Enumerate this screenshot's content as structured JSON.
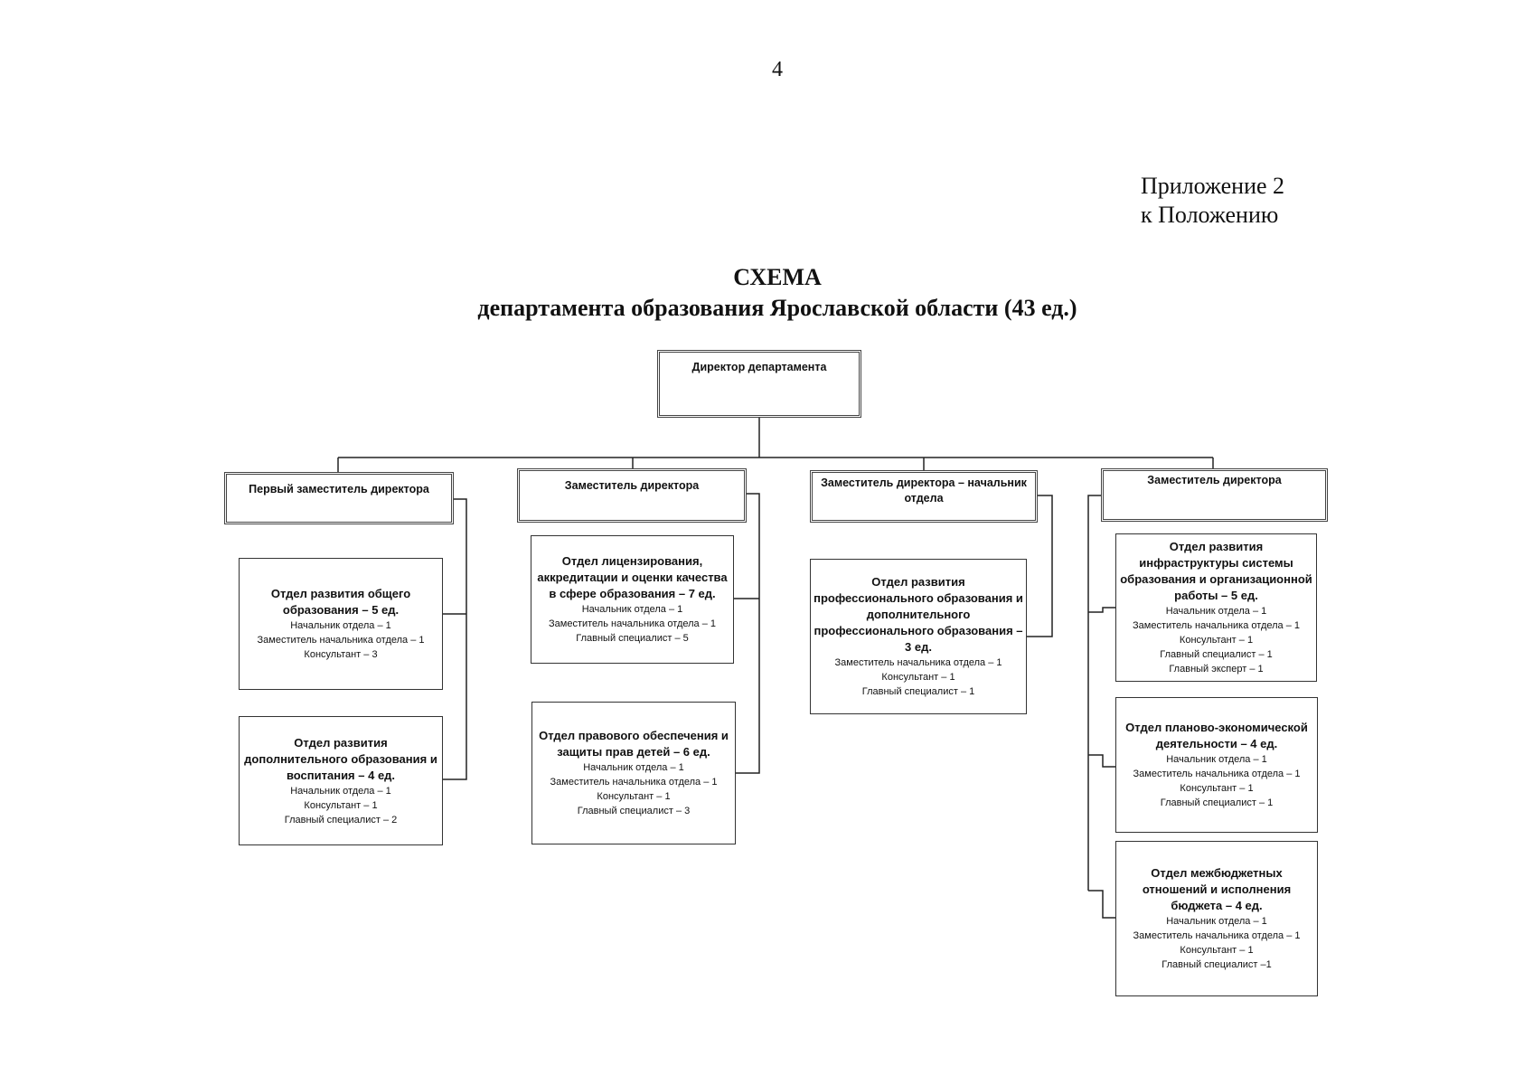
{
  "page_number": "4",
  "appendix": {
    "line1": "Приложение 2",
    "line2": "к Положению"
  },
  "title": {
    "line1": "СХЕМА",
    "line2": "департамента образования Ярославской области (43 ед.)"
  },
  "director": "Директор департамента",
  "deputies": [
    {
      "title": "Первый заместитель директора"
    },
    {
      "title": "Заместитель директора"
    },
    {
      "title": "Заместитель директора – начальник отдела"
    },
    {
      "title": "Заместитель директора"
    }
  ],
  "departments": [
    {
      "name": "Отдел развития общего образования – 5 ед.",
      "staff": [
        "Начальник отдела – 1",
        "Заместитель начальника отдела – 1",
        "Консультант – 3"
      ]
    },
    {
      "name": "Отдел развития дополнительного образования и воспитания – 4 ед.",
      "staff": [
        "Начальник отдела – 1",
        "Консультант – 1",
        "Главный специалист – 2"
      ]
    },
    {
      "name": "Отдел лицензирования, аккредитации и оценки качества в сфере образования – 7 ед.",
      "staff": [
        "Начальник отдела – 1",
        "Заместитель начальника отдела – 1",
        "Главный специалист – 5"
      ]
    },
    {
      "name": "Отдел правового обеспечения и защиты прав детей – 6 ед.",
      "staff": [
        "Начальник отдела – 1",
        "Заместитель начальника отдела – 1",
        "Консультант – 1",
        "Главный специалист – 3"
      ]
    },
    {
      "name": "Отдел развития профессионального образования и дополнительного профессионального образования – 3 ед.",
      "staff": [
        "Заместитель начальника отдела – 1",
        "Консультант – 1",
        "Главный специалист – 1"
      ]
    },
    {
      "name": "Отдел развития инфраструктуры системы образования и организационной работы – 5 ед.",
      "staff": [
        "Начальник отдела – 1",
        "Заместитель начальника отдела – 1",
        "Консультант – 1",
        "Главный специалист – 1",
        "Главный эксперт – 1"
      ]
    },
    {
      "name": "Отдел планово-экономической деятельности – 4 ед.",
      "staff": [
        "Начальник отдела – 1",
        "Заместитель начальника отдела – 1",
        "Консультант – 1",
        "Главный специалист – 1"
      ]
    },
    {
      "name": "Отдел межбюджетных отношений и исполнения бюджета – 4 ед.",
      "staff": [
        "Начальник отдела – 1",
        "Заместитель начальника отдела – 1",
        "Консультант – 1",
        "Главный специалист –1"
      ]
    }
  ]
}
